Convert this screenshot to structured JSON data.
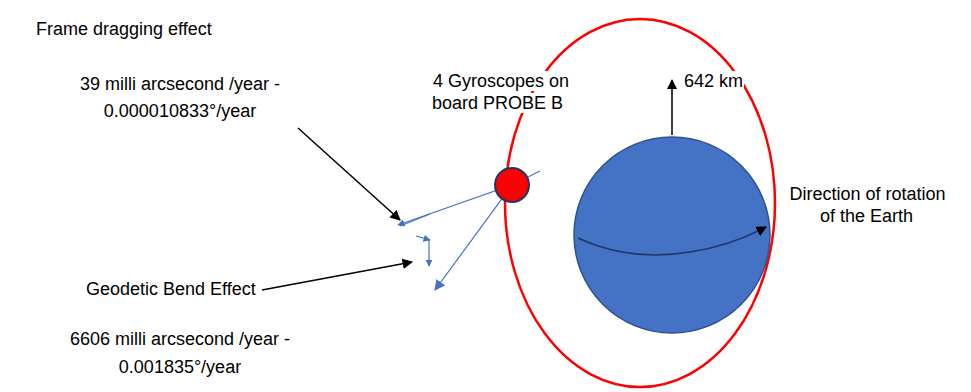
{
  "diagram": {
    "labels": [
      "Frame dragging effect",
      "39 milli arcsecond /year -",
      "0.000010833°/year",
      "4 Gyroscopes on board PROBE B",
      "642 km",
      "Direction of rotation of the Earth",
      "Geodetic Bend Effect",
      "6606 milli arcsecond /year -",
      "0.001835°/year"
    ]
  }
}
